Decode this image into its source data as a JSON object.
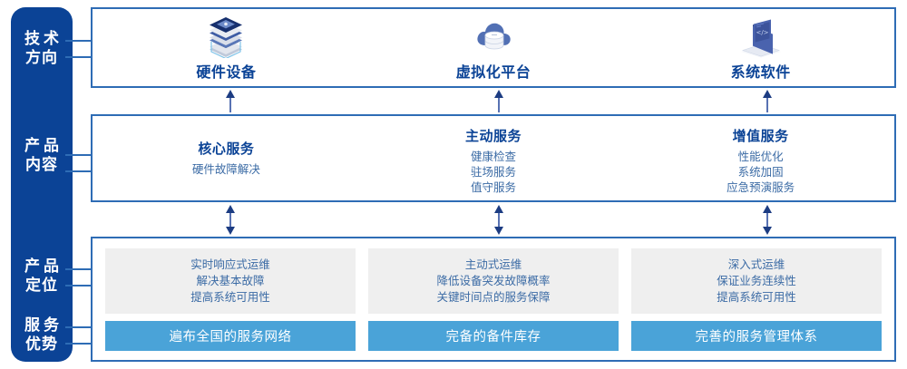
{
  "rail": {
    "color": "#0B4396",
    "items": [
      {
        "name": "tech-direction",
        "line1": "技术",
        "line2": "方向"
      },
      {
        "name": "product-content",
        "line1": "产品",
        "line2": "内容"
      },
      {
        "name": "product-position",
        "line1": "产品",
        "line2": "定位"
      },
      {
        "name": "service-advantage",
        "line1": "服务",
        "line2": "优势"
      }
    ]
  },
  "tech": {
    "items": [
      {
        "icon": "server-stack-icon",
        "label": "硬件设备"
      },
      {
        "icon": "cloud-database-icon",
        "label": "虚拟化平台"
      },
      {
        "icon": "laptop-code-icon",
        "label": "系统软件"
      }
    ]
  },
  "content": {
    "items": [
      {
        "title": "核心服务",
        "lines": [
          "硬件故障解决"
        ]
      },
      {
        "title": "主动服务",
        "lines": [
          "健康检查",
          "驻场服务",
          "值守服务"
        ]
      },
      {
        "title": "增值服务",
        "lines": [
          "性能优化",
          "系统加固",
          "应急预演服务"
        ]
      }
    ]
  },
  "bottom": {
    "items": [
      {
        "position_lines": [
          "实时响应式运维",
          "解决基本故障",
          "提高系统可用性"
        ],
        "advantage": "遍布全国的服务网络"
      },
      {
        "position_lines": [
          "主动式运维",
          "降低设备突发故障概率",
          "关键时间点的服务保障"
        ],
        "advantage": "完备的备件库存"
      },
      {
        "position_lines": [
          "深入式运维",
          "保证业务连续性",
          "提高系统可用性"
        ],
        "advantage": "完善的服务管理体系"
      }
    ]
  },
  "colors": {
    "rail_blue": "#0B4396",
    "border_blue": "#2E6CB5",
    "accent_blue": "#4AA3D8",
    "gray_panel": "#EFEFEF",
    "title_blue": "#0B4396",
    "body_blue": "#3B6BA5"
  }
}
